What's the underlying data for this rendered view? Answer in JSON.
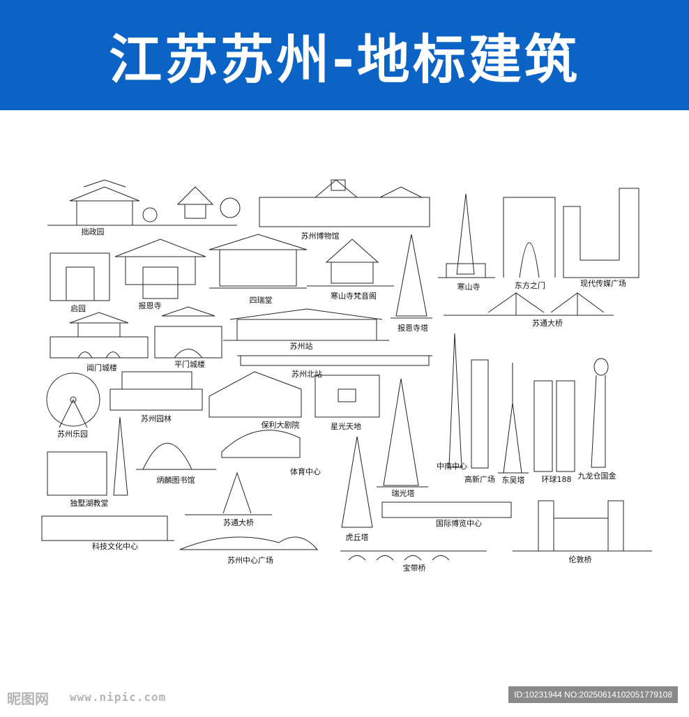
{
  "banner": {
    "title": "江苏苏州-地标建筑",
    "bg_color": "#0b63c5"
  },
  "landmarks": [
    "拙政园",
    "苏州博物馆",
    "寒山寺",
    "东方之门",
    "现代传媒广场",
    "启园",
    "报恩寺",
    "四瑞堂",
    "寒山寺梵音阁",
    "报恩寺塔",
    "苏通大桥",
    "阊门城楼",
    "平门城楼",
    "苏州站",
    "苏州北站",
    "苏州乐园",
    "苏州园林",
    "保利大剧院",
    "星光天地",
    "中南中心",
    "高新广场",
    "东吴塔",
    "环球188",
    "九龙仓国金",
    "独墅湖教堂",
    "炳麟图书馆",
    "体育中心",
    "瑞光塔",
    "苏通大桥",
    "虎丘塔",
    "国际博览中心",
    "科技文化中心",
    "苏州中心广场",
    "宝带桥",
    "伦敦桥"
  ],
  "footer": {
    "logo": "昵图网",
    "site": "www.nipic.com",
    "id_text": "ID:10231944 NO:20250614102051779108"
  }
}
